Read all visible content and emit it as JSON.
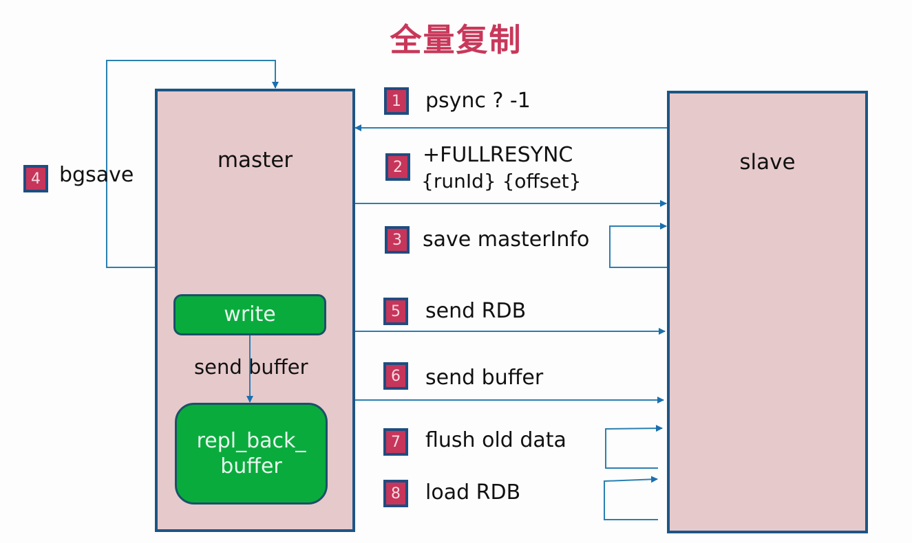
{
  "title": "全量复制",
  "nodes": {
    "master": "master",
    "slave": "slave",
    "write": "write",
    "repl_buffer_line1": "repl_back_",
    "repl_buffer_line2": "buffer",
    "internal_edge_label": "send buffer"
  },
  "steps": [
    {
      "num": "1",
      "text": "psync ? -1",
      "direction": "slave-to-master"
    },
    {
      "num": "2",
      "text": "+FULLRESYNC",
      "text2": "{runId} {offset}",
      "direction": "master-to-slave"
    },
    {
      "num": "3",
      "text": "save masterInfo",
      "direction": "slave-self"
    },
    {
      "num": "4",
      "text": "bgsave",
      "direction": "master-self"
    },
    {
      "num": "5",
      "text": "send RDB",
      "direction": "master-to-slave"
    },
    {
      "num": "6",
      "text": "send buffer",
      "direction": "master-to-slave"
    },
    {
      "num": "7",
      "text": "flush old data",
      "direction": "slave-self"
    },
    {
      "num": "8",
      "text": "load RDB",
      "direction": "slave-self"
    }
  ],
  "colors": {
    "title": "#c8385a",
    "box_fill": "#e6c9cb",
    "box_border": "#1c5585",
    "green_fill": "#0aab3d",
    "badge_fill": "#c7355a",
    "arrow": "#1a6fae"
  }
}
